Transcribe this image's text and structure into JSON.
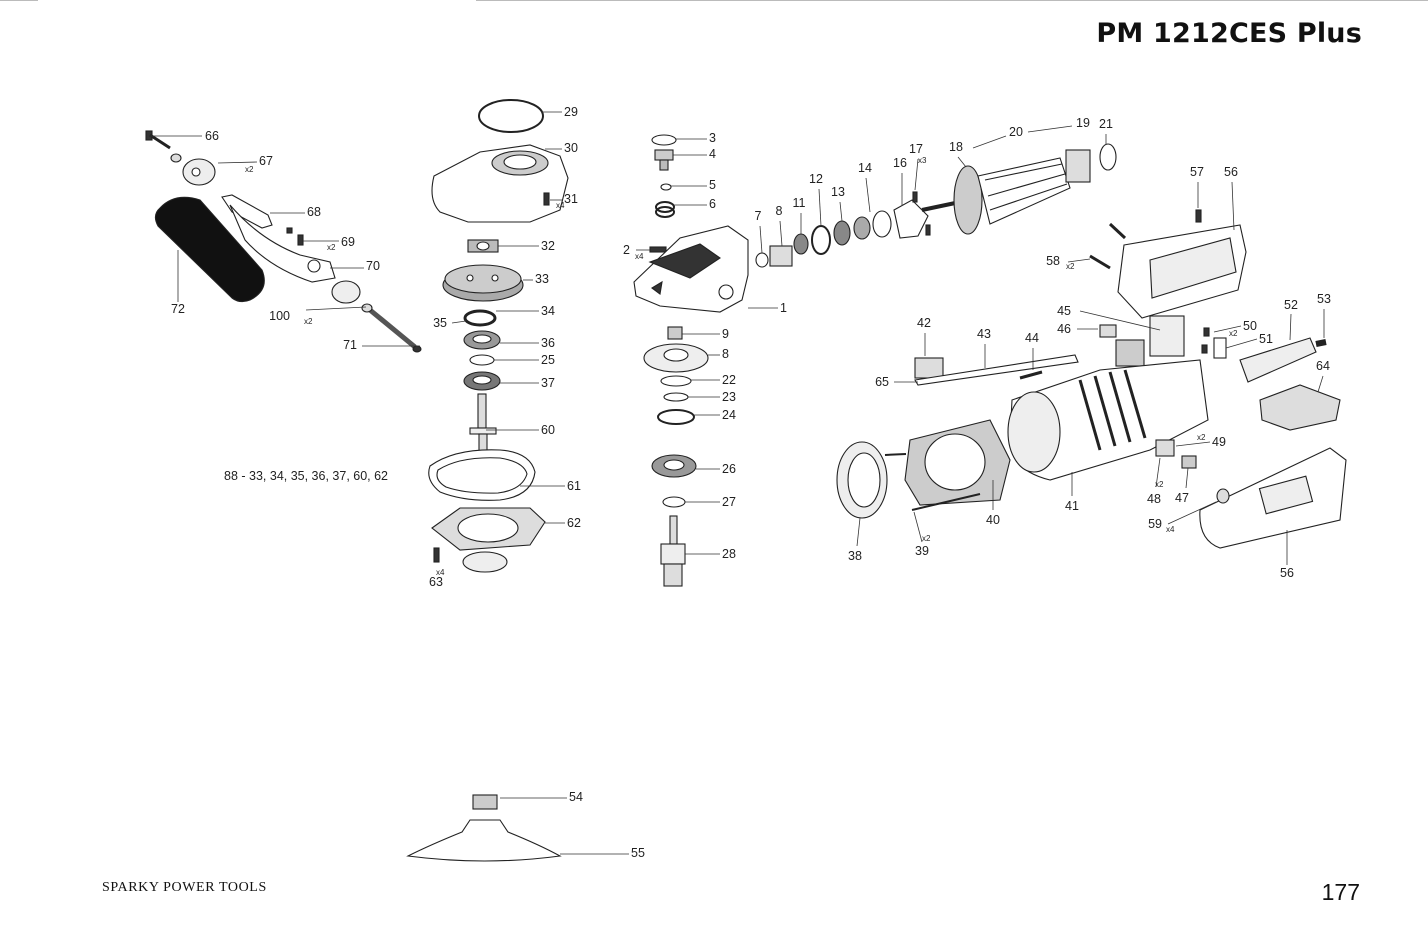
{
  "header": {
    "model": "PM 1212CES Plus"
  },
  "footer": {
    "brand": "SPARKY POWER TOOLS",
    "page": "177"
  },
  "kit_note": "88 - 33, 34, 35, 36, 37, 60, 62",
  "qty_marks": {
    "x2": "x2",
    "x3": "x3",
    "x4": "x4"
  },
  "part_numbers": [
    "1",
    "2",
    "3",
    "4",
    "5",
    "6",
    "7",
    "8",
    "9",
    "11",
    "12",
    "13",
    "14",
    "16",
    "17",
    "18",
    "19",
    "20",
    "21",
    "22",
    "23",
    "24",
    "25",
    "26",
    "27",
    "28",
    "29",
    "30",
    "31",
    "32",
    "33",
    "34",
    "35",
    "36",
    "37",
    "38",
    "39",
    "40",
    "41",
    "42",
    "43",
    "44",
    "45",
    "46",
    "47",
    "48",
    "49",
    "50",
    "51",
    "52",
    "53",
    "54",
    "55",
    "56",
    "57",
    "58",
    "59",
    "60",
    "61",
    "62",
    "63",
    "64",
    "65",
    "66",
    "67",
    "68",
    "69",
    "70",
    "71",
    "72",
    "100"
  ]
}
